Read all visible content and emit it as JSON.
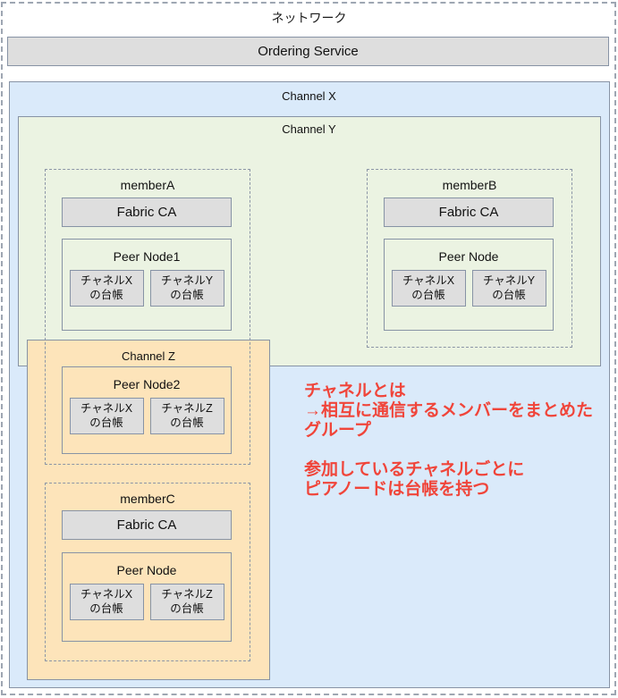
{
  "network": {
    "label": "ネットワーク"
  },
  "ordering_service": {
    "label": "Ordering Service"
  },
  "channels": {
    "x": {
      "label": "Channel X",
      "fill": "#daeafa"
    },
    "y": {
      "label": "Channel Y",
      "fill": "#ebf3e2"
    },
    "z": {
      "label": "Channel Z",
      "fill": "#fde4ba"
    }
  },
  "members": {
    "member_a": {
      "label": "memberA",
      "fabric_ca": "Fabric CA",
      "peer_node": {
        "title": "Peer Node1",
        "ledgers": [
          {
            "line1": "チャネルX",
            "line2": "の台帳"
          },
          {
            "line1": "チャネルY",
            "line2": "の台帳"
          }
        ]
      }
    },
    "member_b": {
      "label": "memberB",
      "fabric_ca": "Fabric CA",
      "peer_node": {
        "title": "Peer Node",
        "ledgers": [
          {
            "line1": "チャネルX",
            "line2": "の台帳"
          },
          {
            "line1": "チャネルY",
            "line2": "の台帳"
          }
        ]
      }
    },
    "member_c": {
      "label": "memberC",
      "fabric_ca": "Fabric CA",
      "peer_node": {
        "title": "Peer Node",
        "ledgers": [
          {
            "line1": "チャネルX",
            "line2": "の台帳"
          },
          {
            "line1": "チャネルZ",
            "line2": "の台帳"
          }
        ]
      }
    }
  },
  "peer_node2": {
    "title": "Peer Node2",
    "ledgers": [
      {
        "line1": "チャネルX",
        "line2": "の台帳"
      },
      {
        "line1": "チャネルZ",
        "line2": "の台帳"
      }
    ]
  },
  "annotation": {
    "color": "#f0453a",
    "block1": [
      "チャネルとは",
      "→相互に通信するメンバーをまとめた",
      "グループ"
    ],
    "block2": [
      "参加しているチャネルごとに",
      "ピアノードは台帳を持つ"
    ]
  }
}
